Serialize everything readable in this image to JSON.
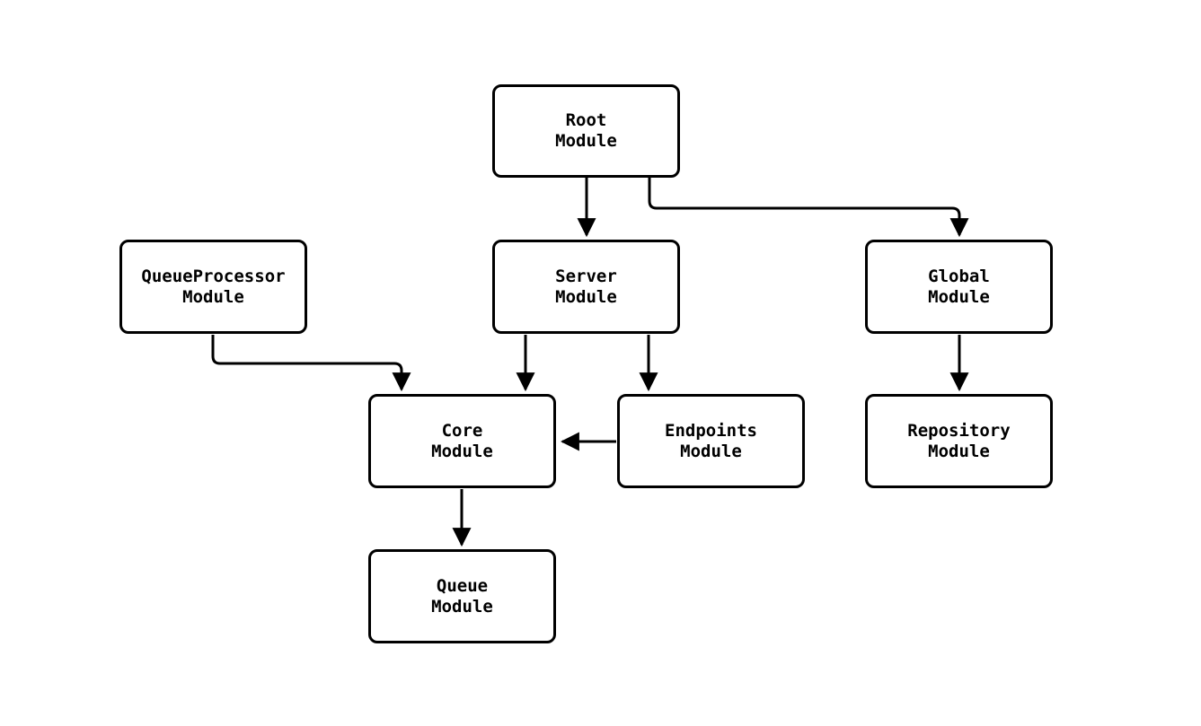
{
  "diagram": {
    "type": "module-dependency-graph",
    "accent_color": "#000000",
    "background_color": "#ffffff",
    "nodes": {
      "root": {
        "label": "Root\nModule"
      },
      "queueprocessor": {
        "label": "QueueProcessor\nModule"
      },
      "server": {
        "label": "Server\nModule"
      },
      "global": {
        "label": "Global\nModule"
      },
      "core": {
        "label": "Core\nModule"
      },
      "endpoints": {
        "label": "Endpoints\nModule"
      },
      "repository": {
        "label": "Repository\nModule"
      },
      "queue": {
        "label": "Queue\nModule"
      }
    },
    "edges": [
      {
        "from": "root",
        "to": "server"
      },
      {
        "from": "root",
        "to": "global"
      },
      {
        "from": "queueprocessor",
        "to": "core"
      },
      {
        "from": "server",
        "to": "core"
      },
      {
        "from": "server",
        "to": "endpoints"
      },
      {
        "from": "endpoints",
        "to": "core"
      },
      {
        "from": "global",
        "to": "repository"
      },
      {
        "from": "core",
        "to": "queue"
      }
    ]
  }
}
